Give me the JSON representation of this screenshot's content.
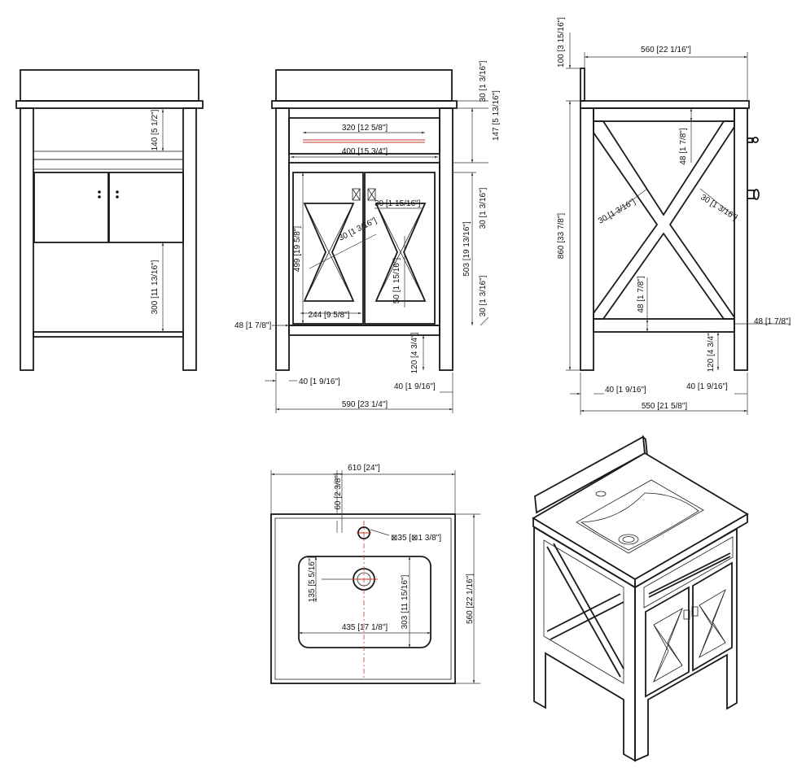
{
  "dims": {
    "side_top_h": "140 [5 1/2\"]",
    "side_open_h": "300 [11 13/16\"]",
    "front_top_thk": "30 [1 3/16\"]",
    "front_drawer_h": "147 [5 13/16\"]",
    "front_handle_w": "320 [12 5/8\"]",
    "front_drawer_w": "400 [15 3/4\"]",
    "front_rail": "30 [1 3/16\"]",
    "front_bar": "30 [1 15/16\"]",
    "front_diag": "30 [1 3/16\"]",
    "front_door_h": "499 [19 5/8\"]",
    "front_door_total": "503 [19 13/16\"]",
    "front_mid": "50 [1 15/16\"]",
    "front_bottom_rail": "30 [1 3/16\"]",
    "front_door_w": "244 [9 5/8\"]",
    "front_side": "48 [1 7/8\"]",
    "front_leg_h": "120 [4 3/4\"]",
    "front_leg_l": "40 [1 9/16\"]",
    "front_leg_r": "40 [1 9/16\"]",
    "front_width": "590 [23 1/4\"]",
    "side_backsplash": "100 [3 15/16\"]",
    "side_top_depth": "560 [22 1/16\"]",
    "side_height": "860 [33 7/8\"]",
    "side_top_rail": "48 [1 7/8\"]",
    "side_x_l": "30 [1 3/16\"]",
    "side_x_r": "30 [1 3/16\"]",
    "side_bottom_rail": "48 [1 7/8\"]",
    "side_right_post": "48 [1 7/8\"]",
    "side_leg_h": "120 [4 3/4\"]",
    "side_leg_l": "40 [1 9/16\"]",
    "side_leg_r": "40 [1 9/16\"]",
    "side_depth": "550 [21 5/8\"]",
    "top_width": "610 [24\"]",
    "top_faucet": "60 [2 3/8\"]",
    "top_hole": "⊠35 [⊠1 3/8\"]",
    "top_bowl_d": "135 [5 5/16\"]",
    "top_bowl_h": "303 [11 15/16\"]",
    "top_bowl_w": "435 [17 1/8\"]",
    "top_depth": "560 [22 1/16\"]"
  },
  "colors": {
    "line": "#1a1a1a",
    "centerline": "#c0392b"
  }
}
